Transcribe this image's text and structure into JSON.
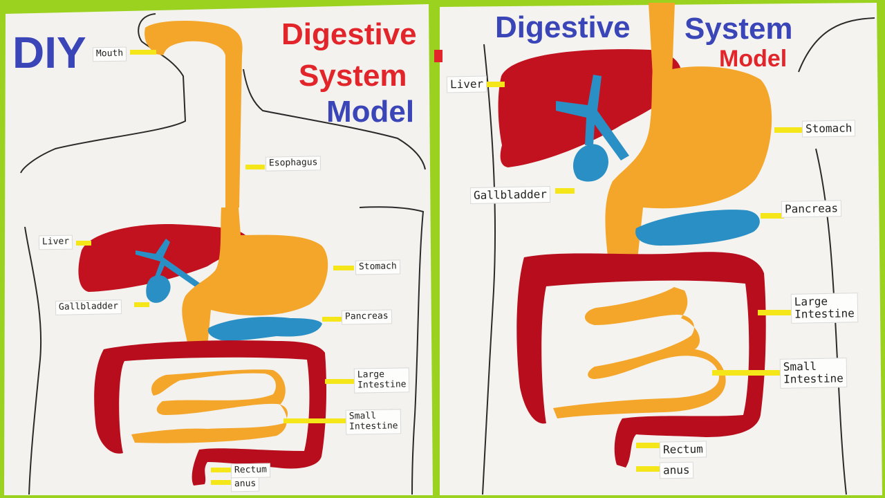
{
  "colors": {
    "background_green": "#9bd21f",
    "paper": "#f3f2ee",
    "outline": "#2a2a2a",
    "organ_orange": "#f4a62a",
    "liver_red": "#c2121f",
    "colon_red": "#b80d1d",
    "blue": "#2a8fc4",
    "tag_yellow": "#f5e61a",
    "title_red": "#e1252a",
    "title_blue": "#3a45b8"
  },
  "left_panel": {
    "title_diy": "DIY",
    "title_line1": "Digestive",
    "title_line2": "System",
    "title_line3": "Model",
    "labels": {
      "mouth": "Mouth",
      "esophagus": "Esophagus",
      "liver": "Liver",
      "stomach": "Stomach",
      "gallbladder": "Gallbladder",
      "pancreas": "Pancreas",
      "large_intestine_1": "Large",
      "large_intestine_2": "Intestine",
      "small_intestine_1": "Small",
      "small_intestine_2": "Intestine",
      "rectum": "Rectum",
      "anus": "anus"
    }
  },
  "right_panel": {
    "title_word1": "Digestive",
    "title_word2": "System",
    "title_word3": "Model",
    "labels": {
      "liver": "Liver",
      "stomach": "Stomach",
      "gallbladder": "Gallbladder",
      "pancreas": "Pancreas",
      "large_intestine_1": "Large",
      "large_intestine_2": "Intestine",
      "small_intestine_1": "Small",
      "small_intestine_2": "Intestine",
      "rectum": "Rectum",
      "anus": "anus"
    }
  }
}
